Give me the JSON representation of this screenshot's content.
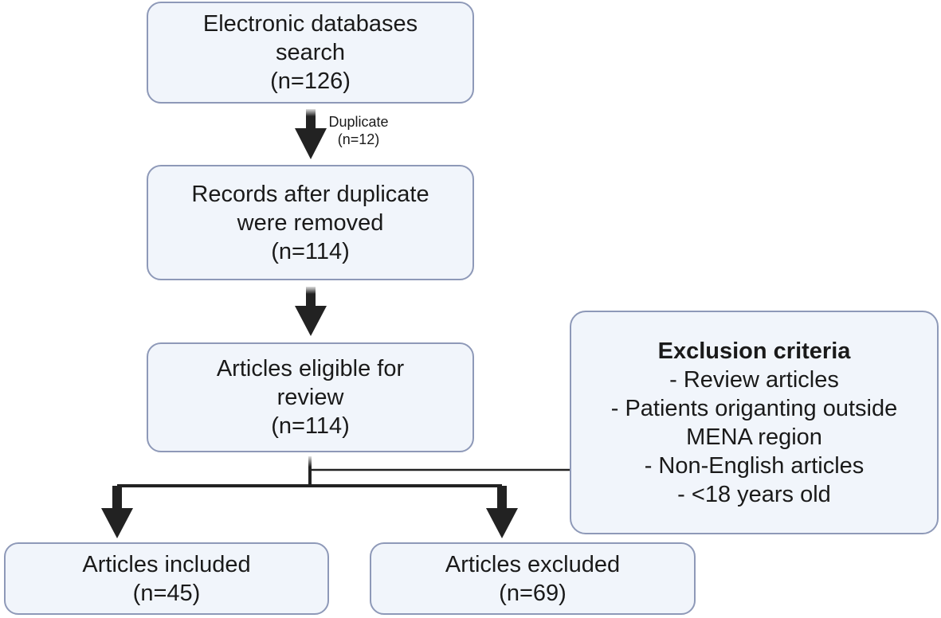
{
  "flow": {
    "search": {
      "line1": "Electronic databases",
      "line2": "search",
      "count": "(n=126)"
    },
    "duplicate_note": {
      "label": "Duplicate",
      "count": "(n=12)"
    },
    "records": {
      "line1": "Records after duplicate",
      "line2": "were removed",
      "count": "(n=114)"
    },
    "eligible": {
      "line1": "Articles eligible for",
      "line2": "review",
      "count": "(n=114)"
    },
    "included": {
      "line1": "Articles included",
      "count": "(n=45)"
    },
    "excluded": {
      "line1": "Articles excluded",
      "count": "(n=69)"
    },
    "exclusion_criteria": {
      "title": "Exclusion criteria",
      "items": [
        "- Review articles",
        "- Patients origanting outside",
        "MENA region",
        "- Non-English articles",
        "- <18 years old"
      ]
    }
  },
  "colors": {
    "box_fill": "#f1f5fb",
    "box_border": "#8e99b8",
    "arrow": "#222222"
  }
}
